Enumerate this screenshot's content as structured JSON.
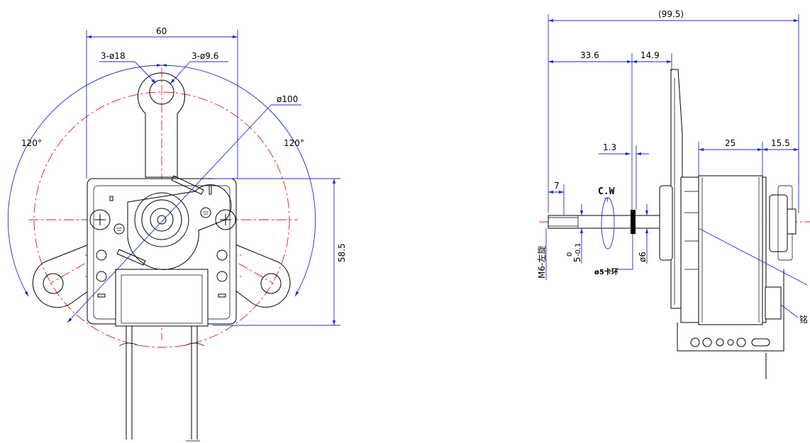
{
  "front_view": {
    "dim_width": "60",
    "dim_holes_large": "3-ø18",
    "dim_holes_small": "3-ø9.6",
    "dim_circle": "ø100",
    "dim_angle_left": "120°",
    "dim_angle_right": "120°",
    "dim_height": "58.5"
  },
  "side_view": {
    "dim_overall": "(99.5)",
    "dim_shaft_to_face": "33.6",
    "dim_flange": "14.9",
    "dim_clip_offset": "1.3",
    "dim_coil_width": "25",
    "dim_rear": "15.5",
    "dim_thread_len": "7",
    "rotation_label": "C.W",
    "dim_shaft_dia_tol_base": "5",
    "dim_shaft_dia_tol_upper": "0",
    "dim_shaft_dia_tol_lower": "-0.1",
    "dim_shaft_dia_6": "ø6",
    "thread_label": "M6-左旋",
    "clip_label": "ø5卡环",
    "nameplate_label": "铭"
  },
  "colors": {
    "outline": "#000000",
    "dimension": "#1f2bd6",
    "centerline": "#e01818"
  }
}
